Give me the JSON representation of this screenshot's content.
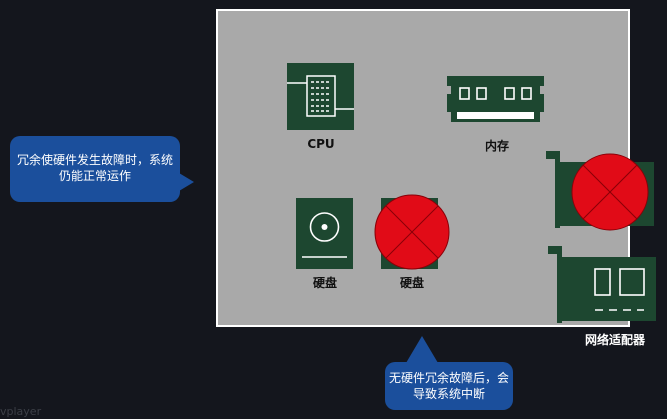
{
  "diagram": {
    "components": {
      "cpu_label": "CPU",
      "memory_label": "内存",
      "disk1_label": "硬盘",
      "disk2_label": "硬盘",
      "network_adapter_label": "网络适配器"
    },
    "callouts": {
      "redundancy_text": "冗余使硬件发生故障时，系统仍能正常运作",
      "no_redundancy_text": "无硬件冗余故障后，会导致系统中断"
    },
    "watermark": "vplayer"
  },
  "colors": {
    "component": "#1d4730",
    "panel": "#a9a9a9",
    "failure": "#e10b17",
    "callout": "#1b4f9c",
    "background": "#14161d"
  },
  "icons": [
    "cpu-icon",
    "memory-icon",
    "hard-disk-icon",
    "network-card-icon",
    "failure-x-icon"
  ]
}
